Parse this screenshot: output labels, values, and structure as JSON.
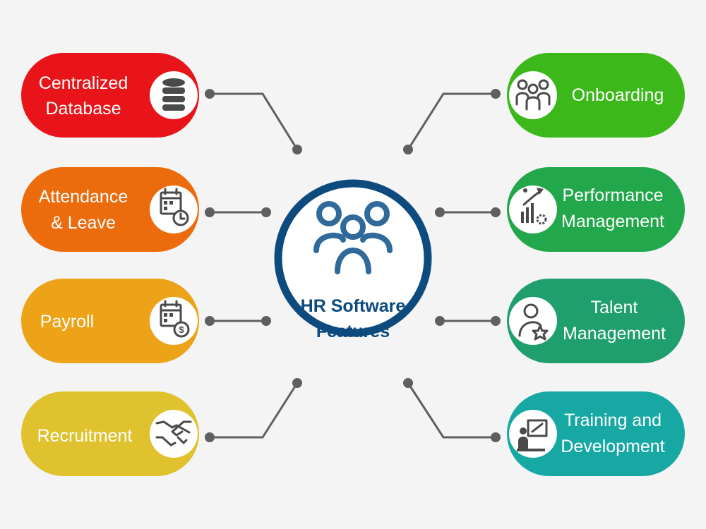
{
  "center": {
    "title_line1": "HR Software",
    "title_line2": "Features",
    "icon": "people-group-icon",
    "color": "#0d4a7e"
  },
  "left_features": [
    {
      "line1": "Centralized",
      "line2": "Database",
      "icon": "database-icon",
      "color": "#e8141a"
    },
    {
      "line1": "Attendance",
      "line2": "& Leave",
      "icon": "calendar-clock-icon",
      "color": "#ec6b0c"
    },
    {
      "line1": "Payroll",
      "line2": "",
      "icon": "calendar-dollar-icon",
      "color": "#eca318"
    },
    {
      "line1": "Recruitment",
      "line2": "",
      "icon": "handshake-icon",
      "color": "#e0c12e"
    }
  ],
  "right_features": [
    {
      "line1": "Onboarding",
      "line2": "",
      "icon": "team-icon",
      "color": "#3cb81a"
    },
    {
      "line1": "Performance",
      "line2": "Management",
      "icon": "growth-chart-icon",
      "color": "#22a84a"
    },
    {
      "line1": "Talent",
      "line2": "Management",
      "icon": "user-star-icon",
      "color": "#1f9e6e"
    },
    {
      "line1": "Training and",
      "line2": "Development",
      "icon": "presentation-icon",
      "color": "#17a8a4"
    }
  ]
}
